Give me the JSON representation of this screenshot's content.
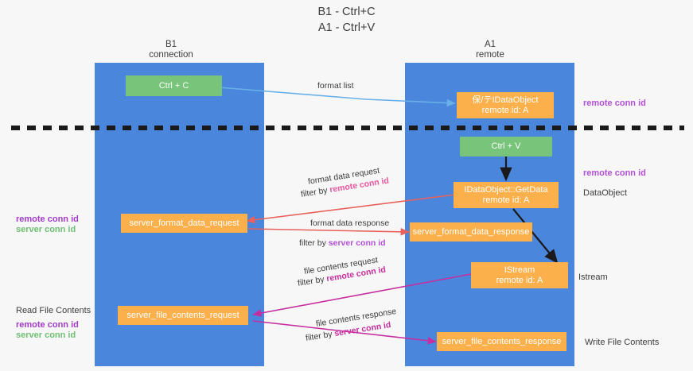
{
  "title": {
    "line1": "B1 - Ctrl+C",
    "line2": "A1 - Ctrl+V"
  },
  "columns": [
    {
      "name": "B1",
      "role": "connection"
    },
    {
      "name": "A1",
      "role": "remote"
    }
  ],
  "colors": {
    "lane": "#4a86dc",
    "green_node": "#78c47a",
    "orange_node": "#fbb04c",
    "divider": "#1a1a1a",
    "arrow_blue": "#6ab0e8",
    "arrow_red": "#e8615c",
    "arrow_magenta": "#c62ea0",
    "arrow_black": "#1a1a1a",
    "text_purple": "#a23bc8",
    "text_green": "#6fbf73",
    "text_pink": "#e8569b"
  },
  "nodes": {
    "ctrl_c": {
      "label": "Ctrl + C"
    },
    "save_idataobject": {
      "line1": "保/テIDataObject",
      "line2": "remote id: A"
    },
    "ctrl_v": {
      "label": "Ctrl + V"
    },
    "getdata": {
      "line1": "IDataObject::GetData",
      "line2": "remote id: A"
    },
    "server_format_data_request": {
      "label": "server_format_data_request"
    },
    "server_format_data_response": {
      "label": "server_format_data_response"
    },
    "istream": {
      "line1": "IStream",
      "line2": "remote id: A"
    },
    "server_file_contents_request": {
      "label": "server_file_contents_request"
    },
    "server_file_contents_response": {
      "label": "server_file_contents_response"
    }
  },
  "edge_labels": {
    "format_list": "format list",
    "format_data_request": "format data request",
    "format_data_request_filter_prefix": "filter by ",
    "format_data_request_filter_key": "remote conn id",
    "format_data_response": "format data response",
    "format_data_response_filter_prefix": "filter by ",
    "format_data_response_filter_key": "server conn id",
    "file_contents_request": "file contents request",
    "file_contents_request_filter_prefix": "filter by ",
    "file_contents_request_filter_key": "remote conn id",
    "file_contents_response": "file contents response",
    "file_contents_response_filter_prefix": "filter by ",
    "file_contents_response_filter_key": "server conn id"
  },
  "annotations": {
    "right_remote_conn_id_top": "remote conn id",
    "right_remote_conn_id_mid": "remote conn id",
    "right_dataobject": "DataObject",
    "right_istream": "Istream",
    "right_write_file_contents": "Write File Contents",
    "left_remote_conn_id_mid": "remote conn id",
    "left_server_conn_id_mid": "server conn id",
    "left_read_file_contents": "Read File Contents",
    "left_remote_conn_id_bottom": "remote conn id",
    "left_server_conn_id_bottom": "server conn id"
  }
}
